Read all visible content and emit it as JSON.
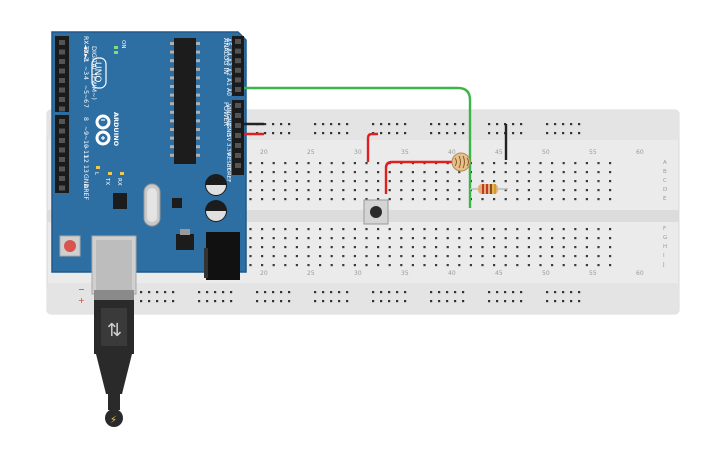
{
  "colors": {
    "board": "#2d6ea3",
    "board_dark": "#1e4f7a",
    "breadboard": "#ebebeb",
    "rail_plus": "#e23b2e",
    "rail_minus": "#333333",
    "wire_green": "#3bb54a",
    "wire_red": "#e02020",
    "wire_black": "#222222"
  },
  "arduino": {
    "model": "UNO",
    "brand": "ARDUINO",
    "on_label": "ON",
    "tx_label": "TX",
    "rx_label": "RX",
    "l_label": "L",
    "analog_header": "ANALOG IN",
    "analog_pins": [
      "A5",
      "A4",
      "A3",
      "A2",
      "A1",
      "A0"
    ],
    "power_header": "POWER",
    "power_pins": [
      "VIN",
      "GND",
      "GND",
      "5V",
      "3.3V",
      "RESET",
      "IOREF"
    ],
    "digital_header": "DIGITAL (PWM~)",
    "digital_pins_top": [
      "RX◄0",
      "TX►1",
      "2",
      "~3",
      "4",
      "~5",
      "~6",
      "7"
    ],
    "digital_pins_bottom": [
      "8",
      "~9",
      "~10",
      "~11",
      "12",
      "13",
      "GND",
      "AREF"
    ]
  },
  "breadboard": {
    "column_numbers": [
      "20",
      "25",
      "30",
      "35",
      "40",
      "45",
      "50",
      "55",
      "60"
    ],
    "row_letters_top": [
      "A",
      "B",
      "C",
      "D",
      "E"
    ],
    "row_letters_bottom": [
      "F",
      "G",
      "H",
      "I",
      "J"
    ],
    "rail_minus_label": "−",
    "rail_plus_label": "+"
  },
  "components": {
    "pushbutton": "pushbutton",
    "photoresistor": "photoresistor",
    "resistor": "resistor",
    "usb_cable": "usb-cable"
  }
}
